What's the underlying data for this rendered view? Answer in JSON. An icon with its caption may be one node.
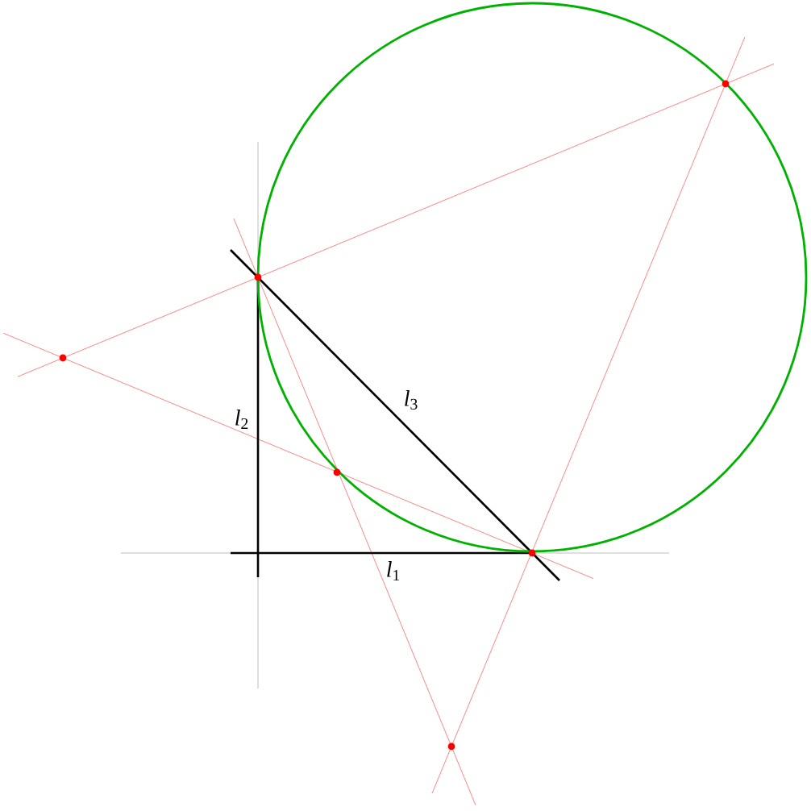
{
  "diagram": {
    "labels": [
      "*l*$_{3}$",
      "*l*$_{2}$",
      "*l*$_{1}$"
    ]
  }
}
